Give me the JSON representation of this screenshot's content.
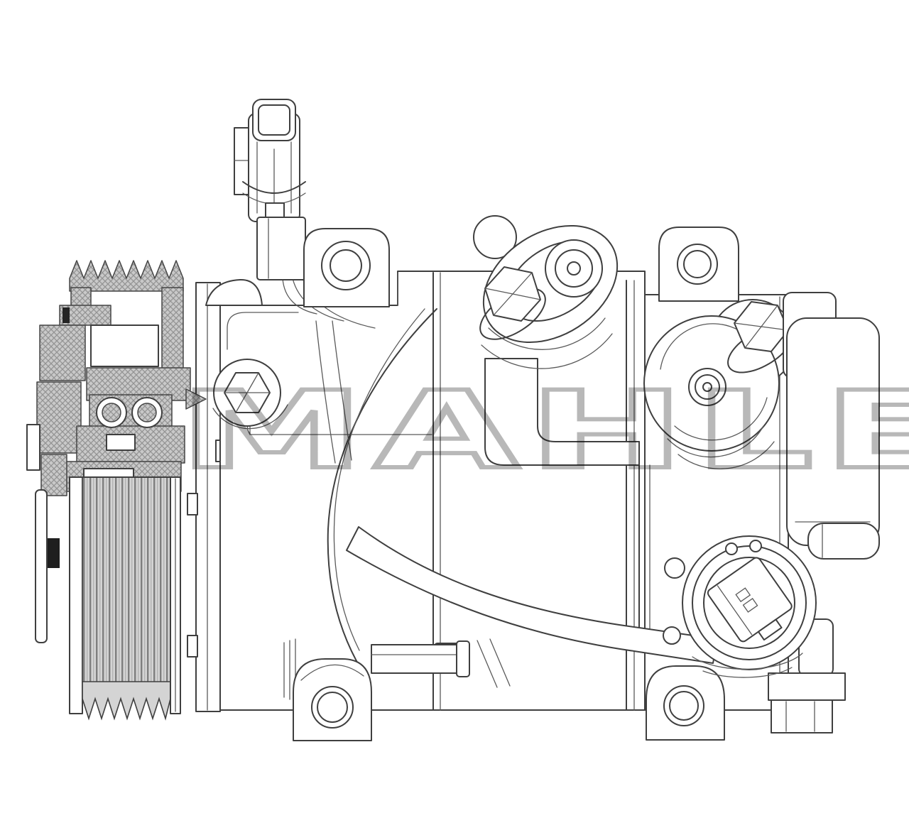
{
  "page": {
    "background": "#ffffff"
  },
  "watermark": {
    "text": "MAHLE",
    "color": "#b8b8b8"
  },
  "drawing": {
    "line_color": "#3f3f3f",
    "hatch_color": "#c9c9c9",
    "rib_color": "#d4d4d4",
    "black_detail_color": "#1f1f1f",
    "components": [
      "drive-pulley",
      "clutch-hub-section",
      "pulley-bearing",
      "electrical-connector",
      "wire-harness",
      "front-plate",
      "front-housing",
      "cylinder-body",
      "rear-head",
      "mounting-lug-top-left",
      "mounting-lug-top-right",
      "mounting-lug-bottom-left",
      "mounting-lug-bottom-right",
      "suction-discharge-fitting",
      "rear-port-fitting",
      "refrigerant-pipe",
      "control-valve-port",
      "mounting-foot",
      "oil-plug-boss"
    ]
  }
}
